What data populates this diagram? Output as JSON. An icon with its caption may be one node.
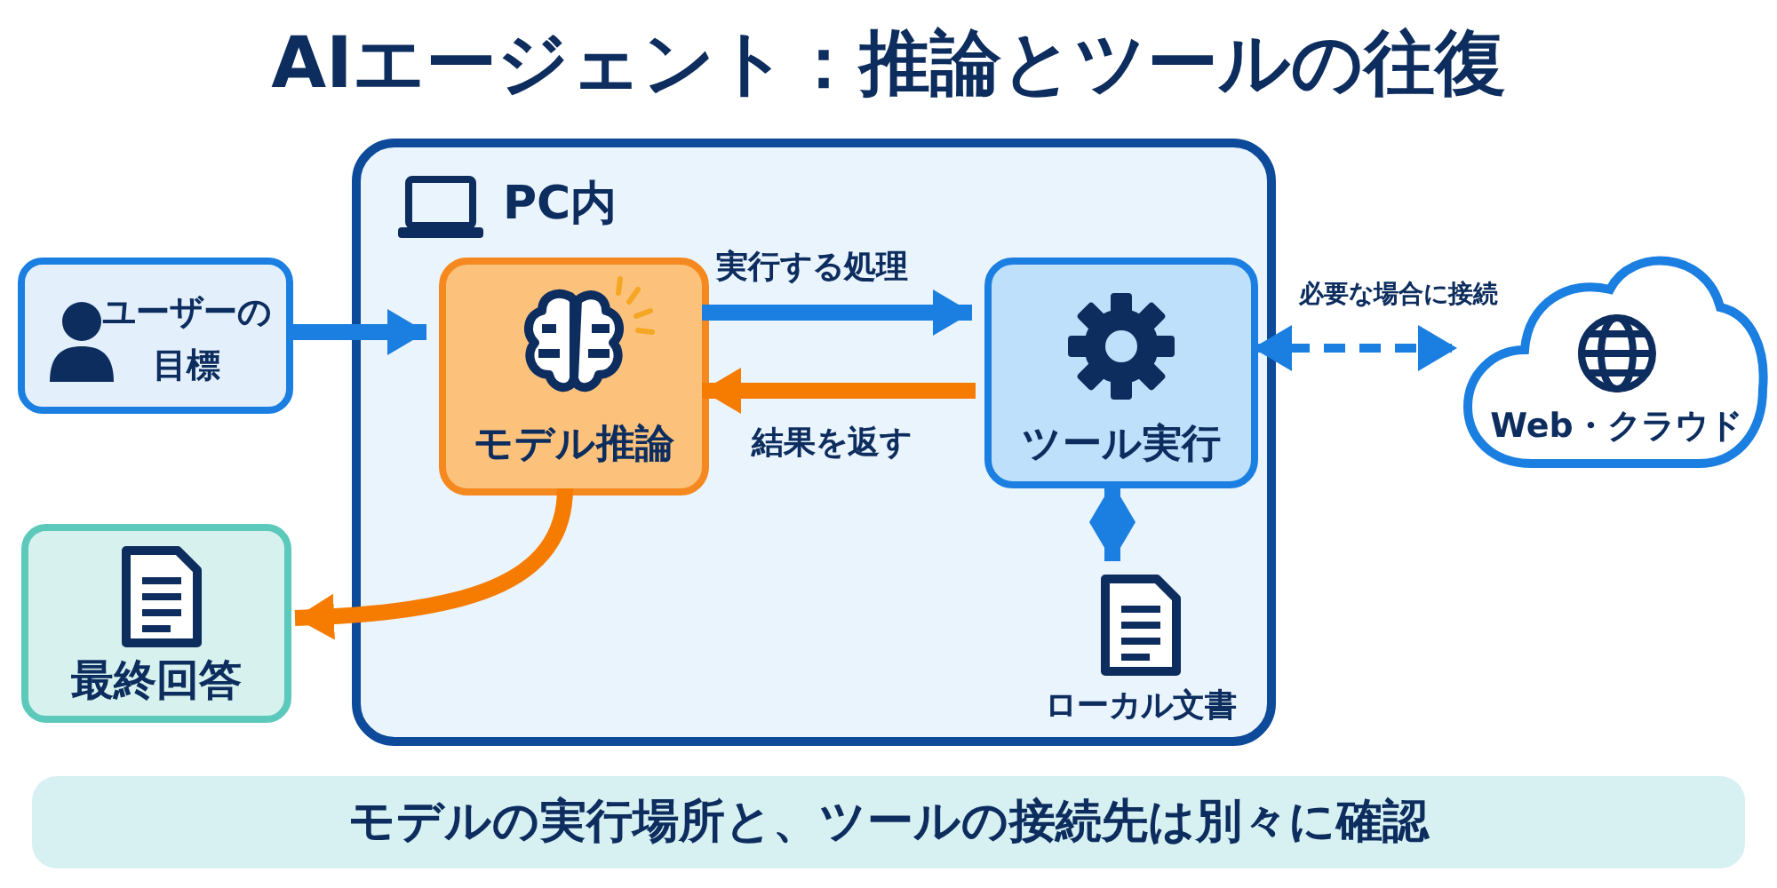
{
  "diagram": {
    "title": "AIエージェント：推論とツールの往復",
    "nodes": [
      {
        "text": [
          "PC内"
        ]
      },
      {
        "text": [
          "ユーザーの目標"
        ]
      },
      {
        "text": [
          "モデル推論"
        ],
        "in": 0
      },
      {
        "text": [
          "ツール実行"
        ],
        "in": 0
      },
      {
        "text": [
          "ローカル文書"
        ],
        "in": 0
      },
      {
        "text": [
          "Web・クラウド"
        ]
      },
      {
        "text": [
          "最終回答"
        ]
      },
      {
        "text": [
          "モデルの実行場所と、ツールの接続先は別々に確認"
        ]
      }
    ],
    "edges": [
      {
        "from": 1,
        "to": 2,
        "arrow": "to"
      },
      {
        "from": 2,
        "to": 3,
        "arrow": "to",
        "label": "実行する処理"
      },
      {
        "from": 3,
        "to": 2,
        "arrow": "to",
        "label": "結果を返す",
        "color": "#f57c00"
      },
      {
        "from": 3,
        "to": 5,
        "arrow": "both",
        "label": "必要な場合に接続",
        "style": "dashed"
      },
      {
        "from": 3,
        "to": 4,
        "arrow": "both"
      },
      {
        "from": 2,
        "to": 6,
        "arrow": "to",
        "color": "#f57c00"
      }
    ]
  }
}
